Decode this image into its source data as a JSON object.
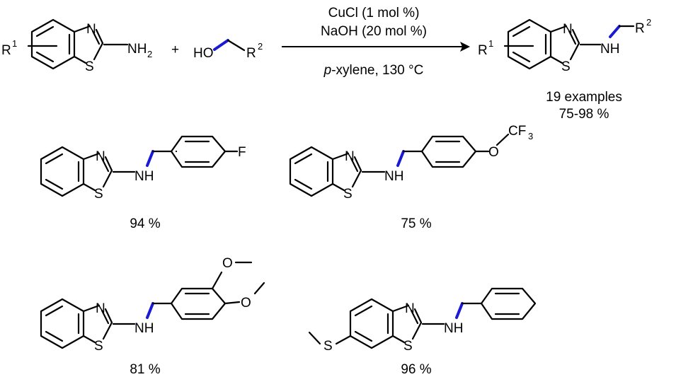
{
  "reaction": {
    "conditions": {
      "catalyst": "CuCl (1 mol %)",
      "base": "NaOH (20 mol %)",
      "solvent_prefix": "p",
      "solvent_rest": "-xylene, 130 °C"
    },
    "plus": "+",
    "reactant1": {
      "substituent": "R",
      "substituent_sup": "1",
      "amine": "NH",
      "amine_sub": "2"
    },
    "reactant2": {
      "hydroxyl": "HO",
      "substituent": "R",
      "substituent_sup": "2"
    },
    "product": {
      "r1": "R",
      "r1_sup": "1",
      "r2": "R",
      "r2_sup": "2",
      "summary_examples": "19 examples",
      "summary_yield": "75-98 %"
    }
  },
  "atoms": {
    "N": "N",
    "S": "S",
    "NH": "NH",
    "O": "O",
    "F": "F",
    "CF": "CF",
    "three": "3"
  },
  "examples": [
    {
      "yield": "94 %"
    },
    {
      "yield": "75 %"
    },
    {
      "yield": "81 %"
    },
    {
      "yield": "96 %"
    }
  ],
  "colors": {
    "bond": "#000000",
    "highlight": "#1a1ad6"
  }
}
